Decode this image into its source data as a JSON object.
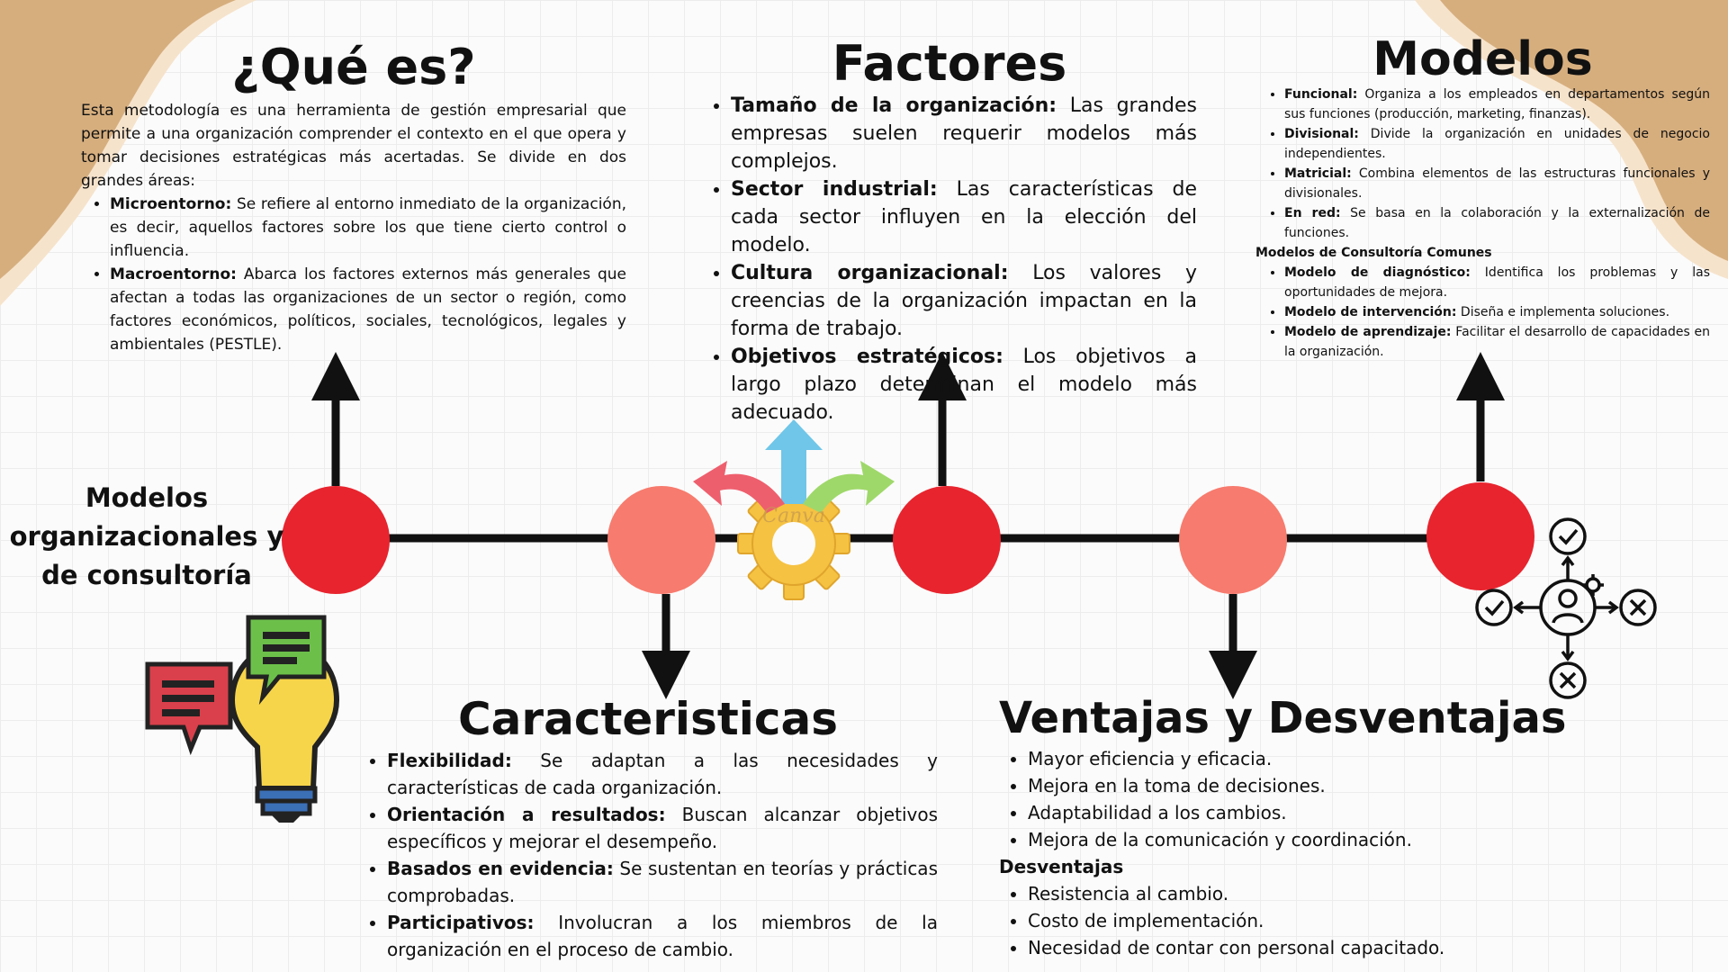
{
  "colors": {
    "beige": "#d6ae7e",
    "red_strong": "#e8242e",
    "salmon": "#f77b6e",
    "line": "#111111",
    "bulb_yellow": "#f7d54a",
    "bubble_red": "#d9404b",
    "bubble_green": "#6cc04a"
  },
  "main_label": "Modelos organizacionales y de consultoría",
  "watermark": "Canva",
  "que_es": {
    "title": "¿Qué es?",
    "intro": "Esta metodología es una herramienta de gestión empresarial que permite a una organización comprender el contexto en el que opera y tomar decisiones estratégicas más acertadas. Se divide en dos grandes áreas:",
    "items": [
      {
        "term": "Microentorno:",
        "text": " Se refiere al entorno inmediato de la organización, es decir, aquellos factores sobre los que tiene cierto control o influencia."
      },
      {
        "term": "Macroentorno:",
        "text": " Abarca los factores externos más generales que afectan a todas las organizaciones de un sector o región, como factores económicos, políticos, sociales, tecnológicos, legales y ambientales (PESTLE)."
      }
    ]
  },
  "factores": {
    "title": "Factores",
    "items": [
      {
        "term": "Tamaño de la organización:",
        "text": " Las grandes empresas suelen requerir modelos más complejos."
      },
      {
        "term": "Sector industrial:",
        "text": " Las características de cada sector influyen en la elección del modelo."
      },
      {
        "term": "Cultura organizacional:",
        "text": " Los valores y creencias de la organización impactan en la forma de trabajo."
      },
      {
        "term": "Objetivos estratégicos:",
        "text": " Los objetivos a largo plazo determinan el modelo más adecuado."
      }
    ]
  },
  "modelos": {
    "title": "Modelos",
    "items": [
      {
        "term": "Funcional:",
        "text": " Organiza a los empleados en departamentos según sus funciones (producción, marketing, finanzas)."
      },
      {
        "term": "Divisional:",
        "text": " Divide la organización en unidades de negocio independientes."
      },
      {
        "term": "Matricial:",
        "text": " Combina elementos de las estructuras funcionales y divisionales."
      },
      {
        "term": "En red:",
        "text": " Se basa en la colaboración y la externalización de funciones."
      }
    ],
    "subheading": "Modelos de Consultoría Comunes",
    "consult_items": [
      {
        "term": "Modelo de diagnóstico:",
        "text": " Identifica los problemas y las oportunidades de mejora."
      },
      {
        "term": "Modelo de intervención:",
        "text": " Diseña e implementa soluciones."
      },
      {
        "term": "Modelo de aprendizaje:",
        "text": " Facilitar el desarrollo de capacidades en la organización."
      }
    ]
  },
  "caracteristicas": {
    "title": "Caracteristicas",
    "items": [
      {
        "term": "Flexibilidad:",
        "text": " Se adaptan a las necesidades y características de cada organización."
      },
      {
        "term": "Orientación a resultados:",
        "text": " Buscan alcanzar objetivos específicos y mejorar el desempeño."
      },
      {
        "term": "Basados en evidencia:",
        "text": " Se sustentan en teorías y prácticas comprobadas."
      },
      {
        "term": "Participativos:",
        "text": " Involucran a los miembros de la organización en el proceso de cambio."
      }
    ]
  },
  "ventajas": {
    "title": "Ventajas y Desventajas",
    "items": [
      "Mayor eficiencia y eficacia.",
      "Mejora en la toma de decisiones.",
      "Adaptabilidad a los cambios.",
      "Mejora de la comunicación y coordinación."
    ],
    "subheading": "Desventajas",
    "dis_items": [
      "Resistencia al cambio.",
      "Costo de implementación.",
      "Necesidad de contar con personal capacitado."
    ]
  }
}
